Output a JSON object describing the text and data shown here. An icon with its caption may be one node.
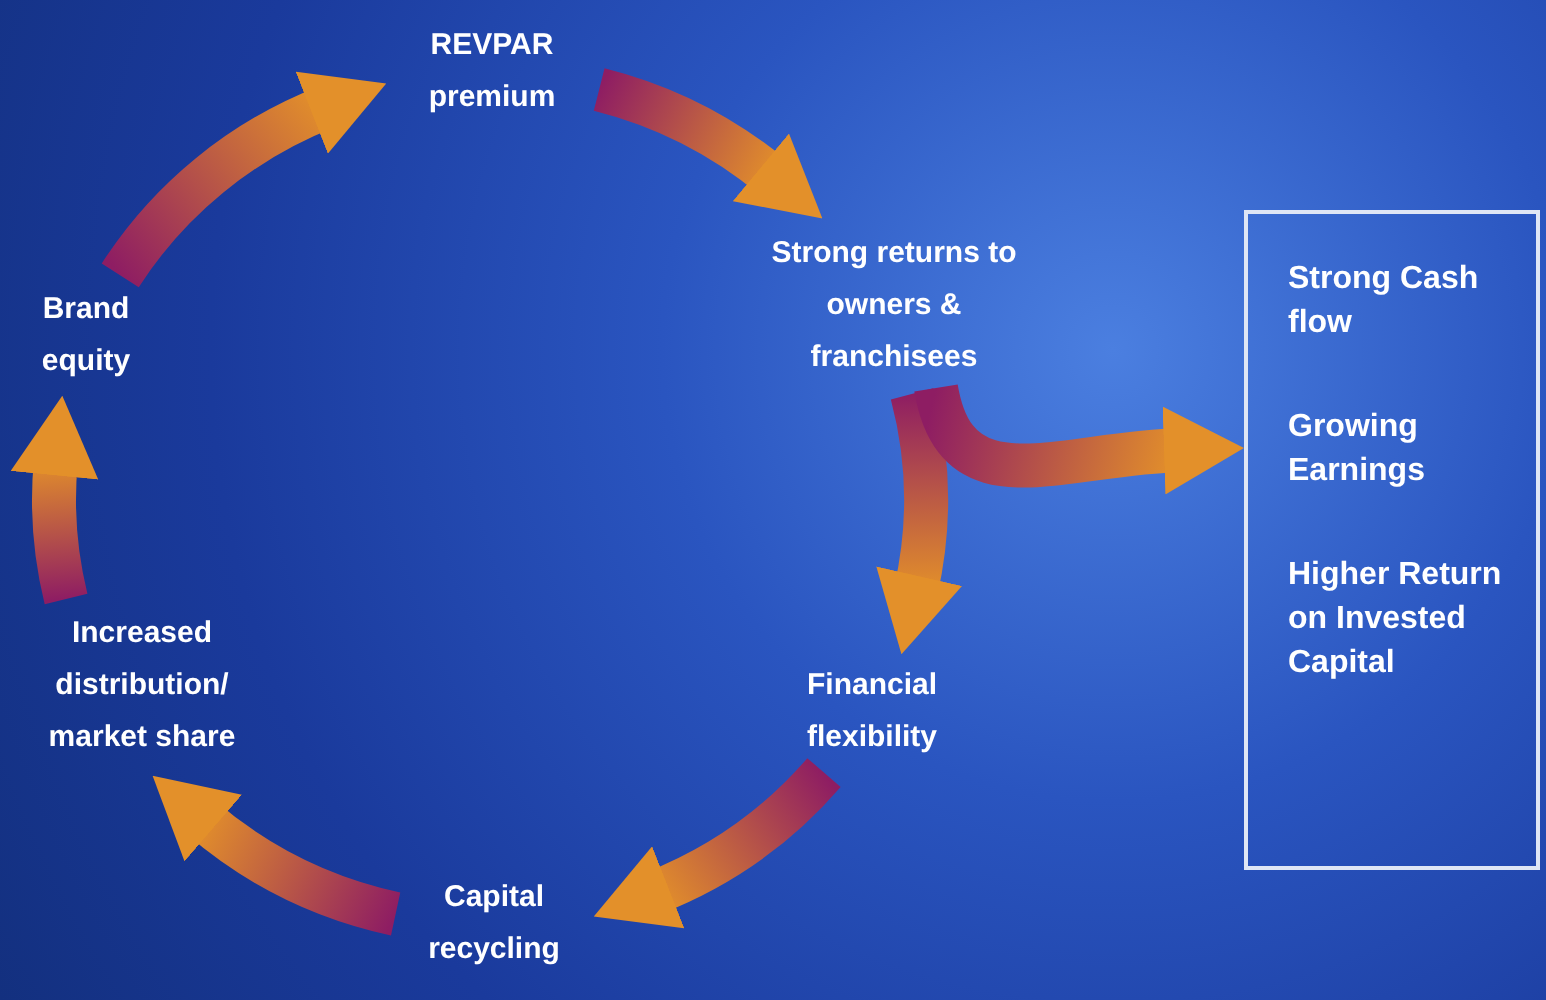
{
  "diagram": {
    "nodes": [
      {
        "text": [
          "REVPAR premium"
        ]
      },
      {
        "text": [
          "Strong returns to owners & franchisees"
        ]
      },
      {
        "text": [
          "Financial flexibility"
        ]
      },
      {
        "text": [
          "Capital recycling"
        ]
      },
      {
        "text": [
          "Increased distribution/ market share"
        ]
      },
      {
        "text": [
          "Brand equity"
        ]
      },
      {
        "text": [
          "Strong Cash flow",
          "Growing Earnings",
          "Higher Return on Invested Capital"
        ]
      }
    ],
    "edges": [
      {
        "from": 0,
        "to": 1,
        "arrow": "to"
      },
      {
        "from": 1,
        "to": 2,
        "arrow": "to"
      },
      {
        "from": 2,
        "to": 3,
        "arrow": "to"
      },
      {
        "from": 3,
        "to": 4,
        "arrow": "to"
      },
      {
        "from": 4,
        "to": 5,
        "arrow": "to"
      },
      {
        "from": 5,
        "to": 0,
        "arrow": "to"
      },
      {
        "from": 1,
        "to": 6,
        "arrow": "to"
      }
    ]
  }
}
